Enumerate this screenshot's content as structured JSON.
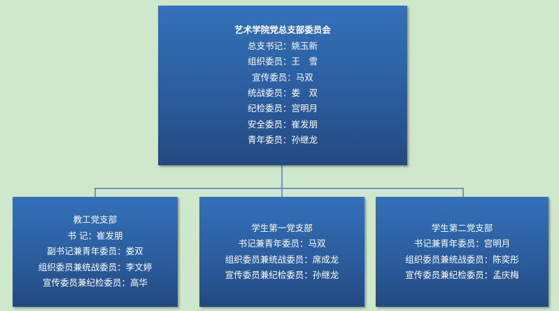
{
  "top": {
    "title": "艺术学院党总支部委员会",
    "lines": [
      "总支书记：姚玉新",
      "组织委员：王　雪",
      "宣传委员：马双",
      "统战委员：娄　双",
      "纪检委员：宫明月",
      "安全委员：崔发朋",
      "青年委员：孙继龙"
    ]
  },
  "branches": [
    {
      "title": "教工党支部",
      "lines": [
        "书 记：崔发朋",
        "副书记兼青年委员：娄双",
        "组织委员兼统战委员：李文婷",
        "宣传委员兼纪检委员：高华"
      ]
    },
    {
      "title": "学生第一党支部",
      "lines": [
        "书记兼青年委员：马双",
        "组织委员兼统战委员：席成龙",
        "宣传委员兼纪检委员：孙继龙"
      ]
    },
    {
      "title": "学生第二党支部",
      "lines": [
        "书记兼青年委员：宫明月",
        "组织委员兼统战委员：陈奕彤",
        "宣传委员兼纪检委员：孟庆梅"
      ]
    }
  ]
}
